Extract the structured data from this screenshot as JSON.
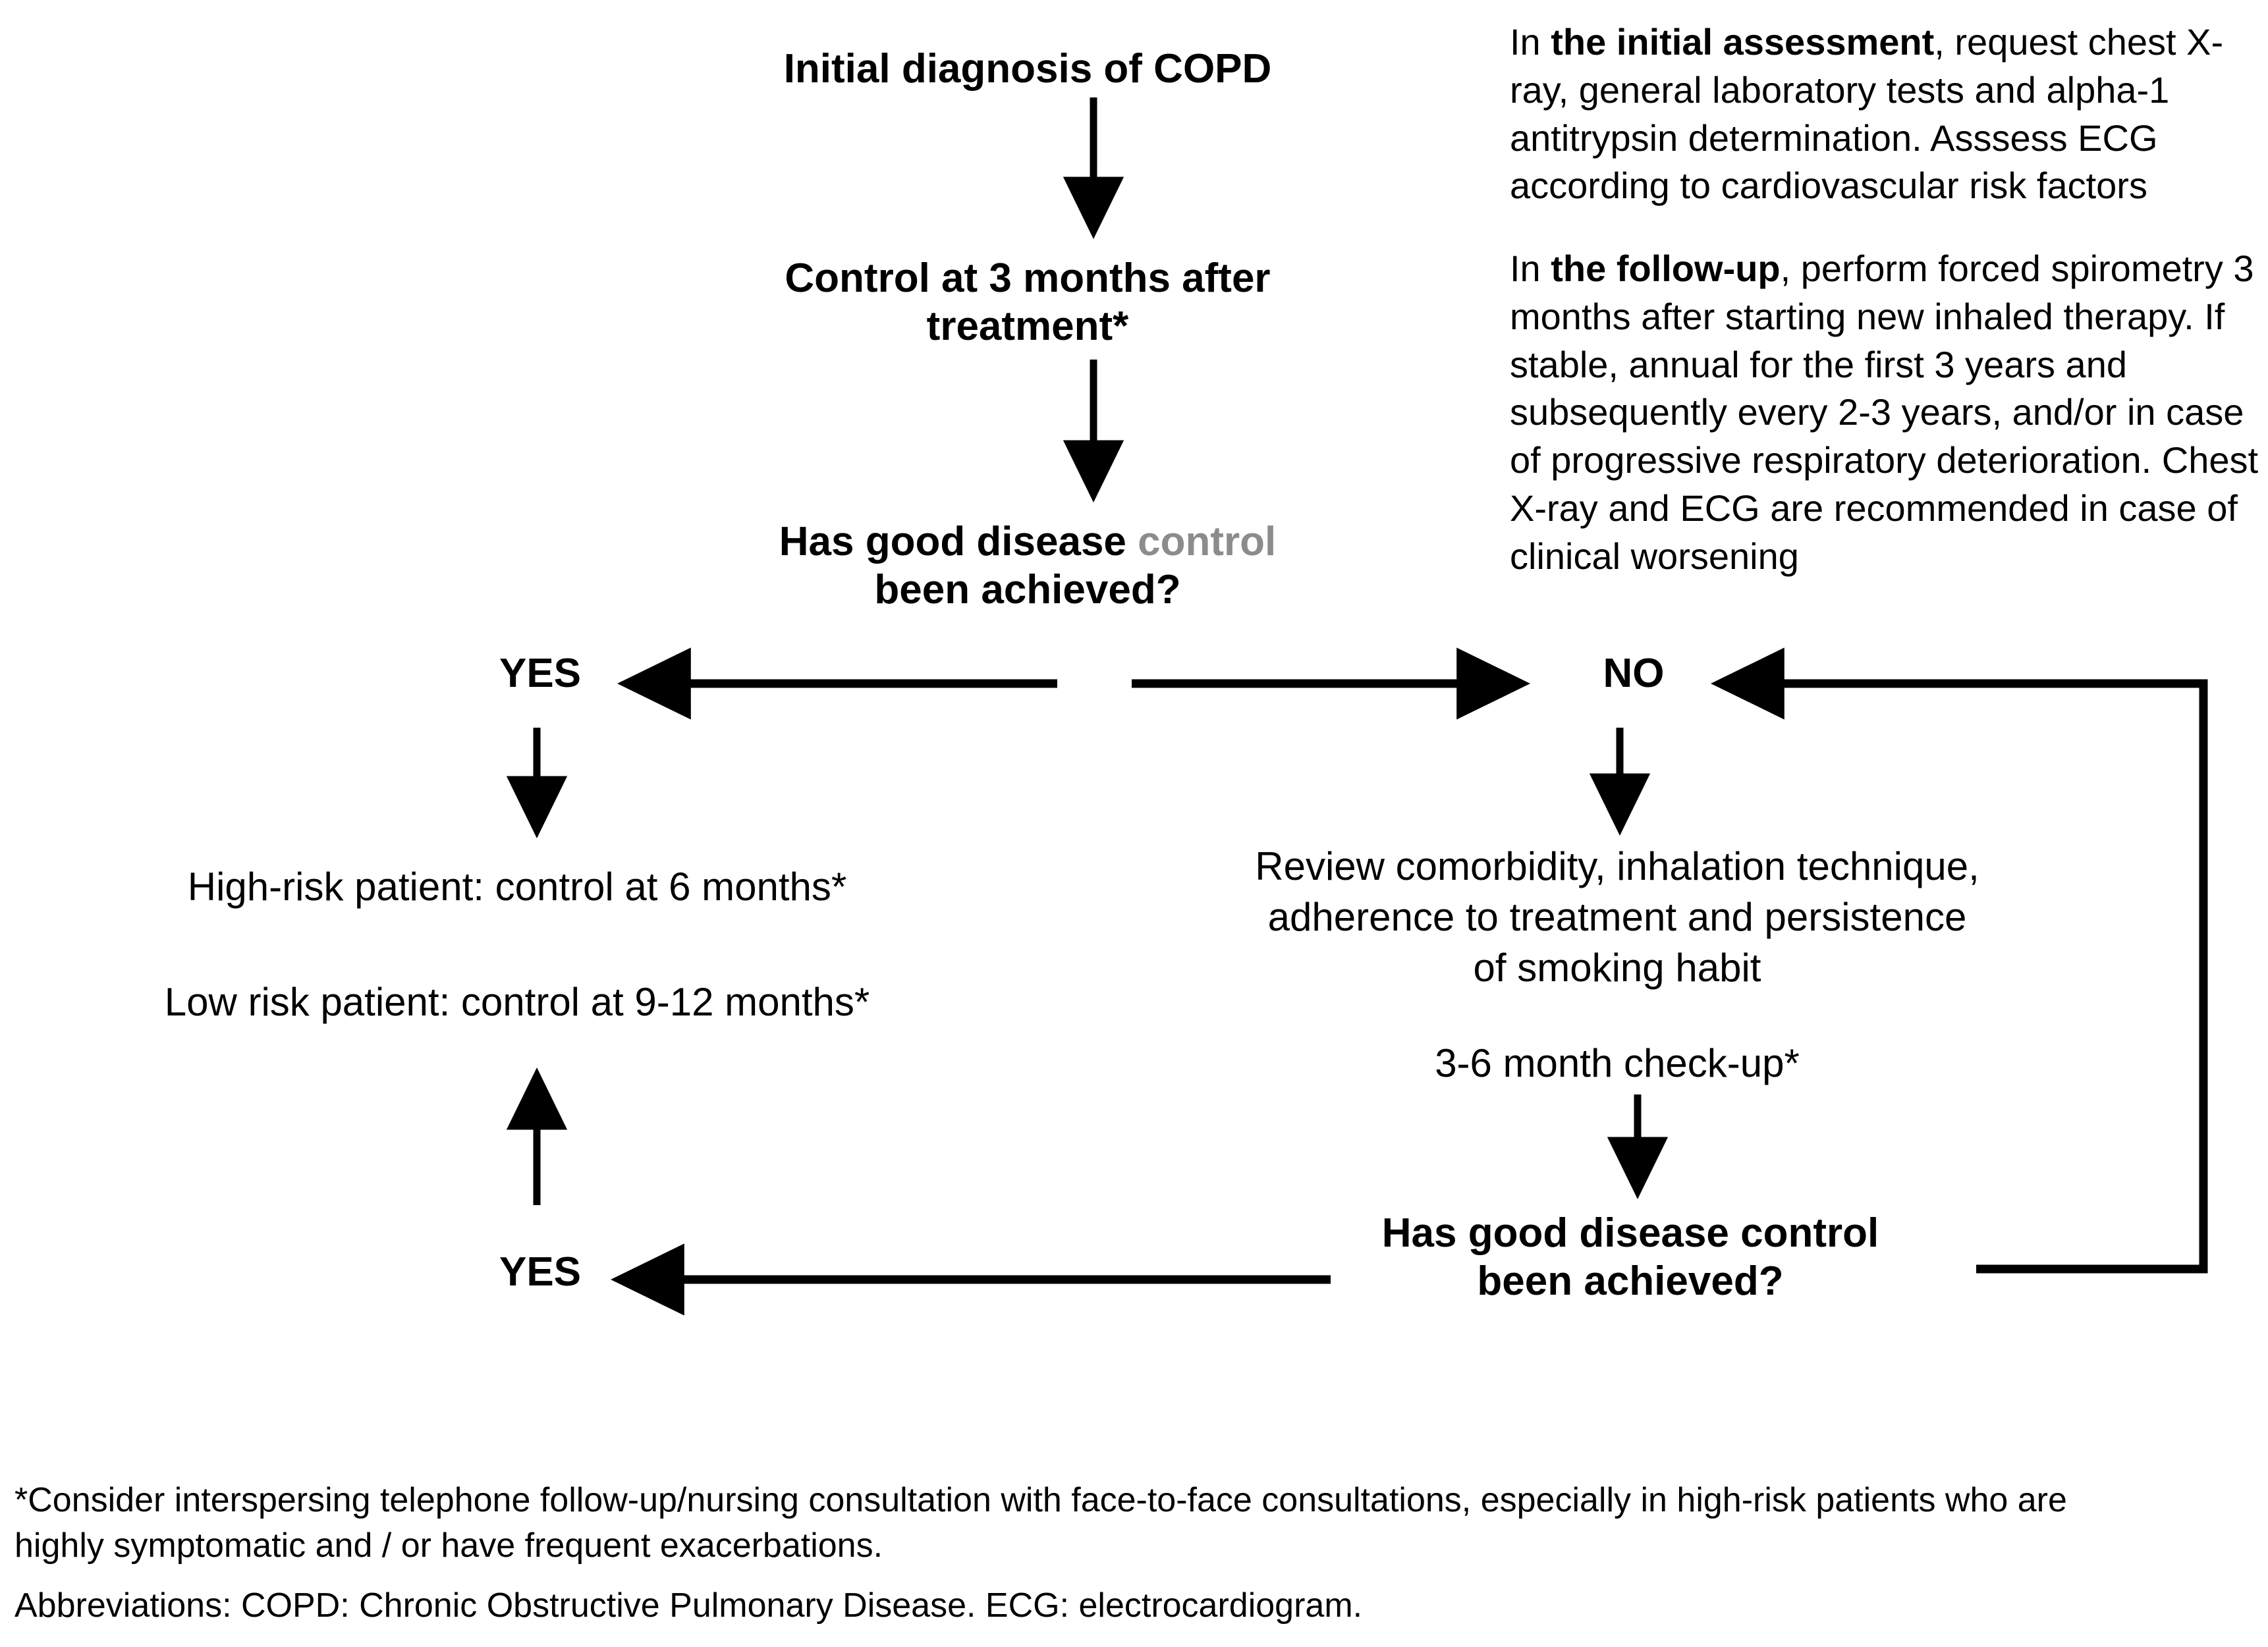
{
  "diagram": {
    "type": "flowchart",
    "title": "COPD follow-up and control flowchart",
    "nodes": {
      "initial_diagnosis": "Initial diagnosis of COPD",
      "control_3_months": "Control at 3 months after\ntreatment*",
      "decision_1_part_a": "Has good disease ",
      "decision_1_part_b": "control",
      "decision_1_part_c": "\nbeen achieved?",
      "high_risk": "High-risk patient: control at 6 months*",
      "low_risk": "Low risk patient: control at 9-12 months*",
      "review": "Review comorbidity, inhalation technique,\nadherence to treatment and persistence\nof smoking habit",
      "check_up": "3-6 month check-up*",
      "decision_2": "Has good disease control\nbeen achieved?"
    },
    "labels": {
      "yes_top": "YES",
      "no_top": "NO",
      "yes_bottom": "YES"
    },
    "notes": {
      "initial_assessment_lead": "In ",
      "initial_assessment_bold": "the initial assessment",
      "initial_assessment_rest": ", request chest X-ray, general laboratory tests and alpha-1 antitrypsin determination. Asssess ECG according to cardiovascular risk factors",
      "follow_up_lead": "In ",
      "follow_up_bold": "the follow-up",
      "follow_up_rest": ", perform forced spirometry 3 months after starting new inhaled therapy. If stable, annual for the first 3 years and subsequently every 2-3 years, and/or in case of progressive respiratory deterioration. Chest X-ray and ECG are recommended in case of clinical worsening"
    },
    "footnotes": {
      "asterisk": "*Consider interspersing telephone follow-up/nursing consultation with face-to-face consultations, especially in high-risk patients who are highly symptomatic and / or have frequent exacerbations.",
      "abbreviations": "Abbreviations: COPD: Chronic Obstructive Pulmonary Disease. ECG: electrocardiogram."
    },
    "colors": {
      "text": "#000000",
      "muted_text": "#8c8c8c",
      "arrow": "#000000",
      "background": "#ffffff"
    }
  }
}
